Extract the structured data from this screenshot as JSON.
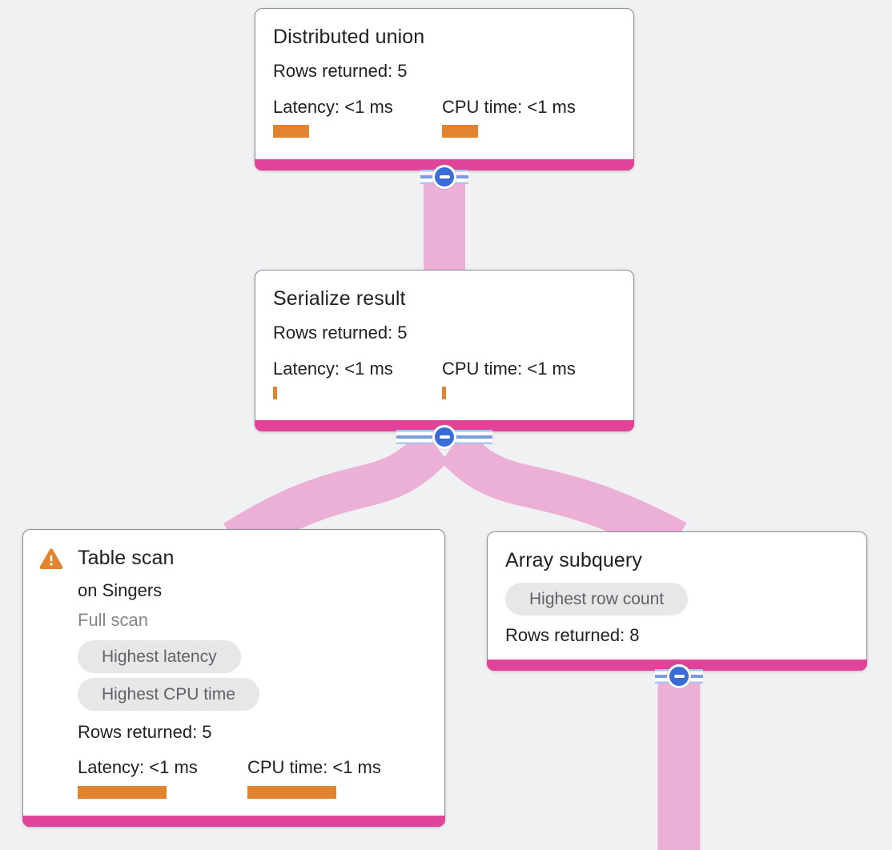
{
  "colors": {
    "background": "#f0f1f2",
    "node_footer_accent": "#df4499",
    "edge_pink": "#ecafd6",
    "metric_bar_orange": "#e2832f",
    "warning_orange": "#e2832f",
    "collapse_blue": "#3a6cd7",
    "badge_bg": "#e7e7e8",
    "badge_text": "#5f6368",
    "muted_text": "#80868b"
  },
  "icons": {
    "warning": "warning-triangle-icon",
    "collapse": "collapse-minus-icon"
  },
  "nodes": [
    {
      "id": "distributed-union",
      "title": "Distributed union",
      "rows": "Rows returned: 5",
      "latency_label": "Latency: <1 ms",
      "cpu_label": "CPU time: <1 ms",
      "latency_bar_style": "width:45px",
      "cpu_bar_style": "width:45px"
    },
    {
      "id": "serialize-result",
      "title": "Serialize result",
      "rows": "Rows returned: 5",
      "latency_label": "Latency: <1 ms",
      "cpu_label": "CPU time: <1 ms",
      "latency_bar_style": "width:5px",
      "cpu_bar_style": "width:5px"
    },
    {
      "id": "table-scan",
      "title": "Table scan",
      "subtitle": "on Singers",
      "scan_type": "Full scan",
      "badges": [
        "Highest latency",
        "Highest CPU time"
      ],
      "rows": "Rows returned: 5",
      "latency_label": "Latency: <1 ms",
      "cpu_label": "CPU time: <1 ms",
      "latency_bar_style": "width:111px",
      "cpu_bar_style": "width:111px"
    },
    {
      "id": "array-subquery",
      "title": "Array subquery",
      "badges": [
        "Highest row count"
      ],
      "rows": "Rows returned: 8"
    }
  ]
}
